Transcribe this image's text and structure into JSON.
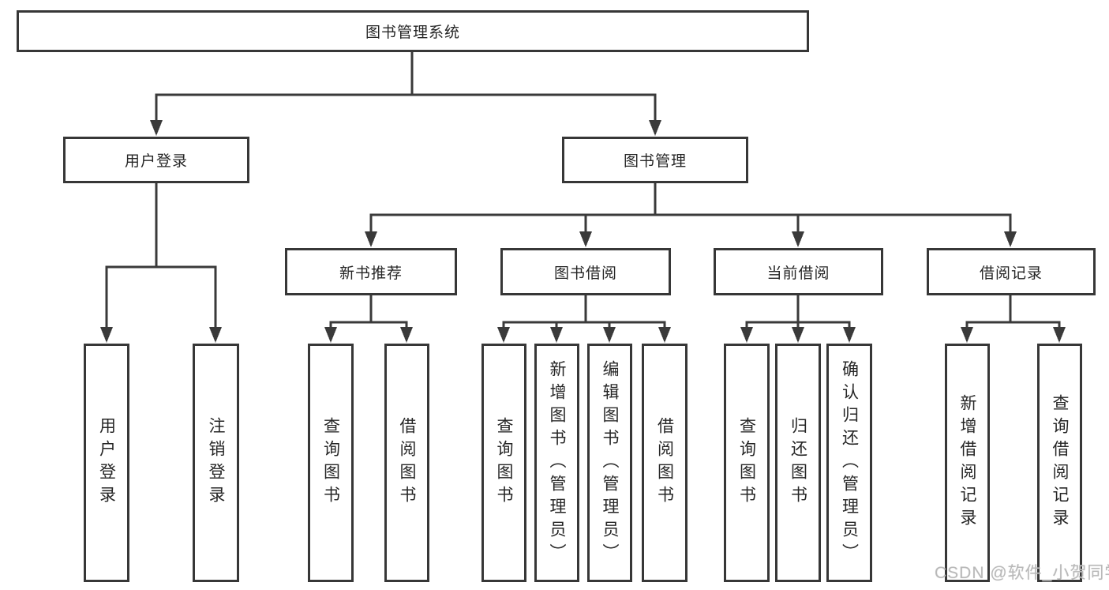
{
  "tree": {
    "label": "图书管理系统",
    "children": [
      {
        "label": "用户登录",
        "children": [
          {
            "label": "用户登录"
          },
          {
            "label": "注销登录"
          }
        ]
      },
      {
        "label": "图书管理",
        "children": [
          {
            "label": "新书推荐",
            "children": [
              {
                "label": "查询图书"
              },
              {
                "label": "借阅图书"
              }
            ]
          },
          {
            "label": "图书借阅",
            "children": [
              {
                "label": "查询图书"
              },
              {
                "label": "新增图书（管理员）"
              },
              {
                "label": "编辑图书（管理员）"
              },
              {
                "label": "借阅图书"
              }
            ]
          },
          {
            "label": "当前借阅",
            "children": [
              {
                "label": "查询图书"
              },
              {
                "label": "归还图书"
              },
              {
                "label": "确认归还（管理员）"
              }
            ]
          },
          {
            "label": "借阅记录",
            "children": [
              {
                "label": "新增借阅记录"
              },
              {
                "label": "查询借阅记录"
              }
            ]
          }
        ]
      }
    ]
  },
  "watermark": {
    "text": "CSDN @软件_小贺同学"
  },
  "colors": {
    "line": "#3a3a3a",
    "box_border": "#373737",
    "text": "#262626",
    "watermark": "#b9b9b9",
    "background": "#ffffff"
  }
}
